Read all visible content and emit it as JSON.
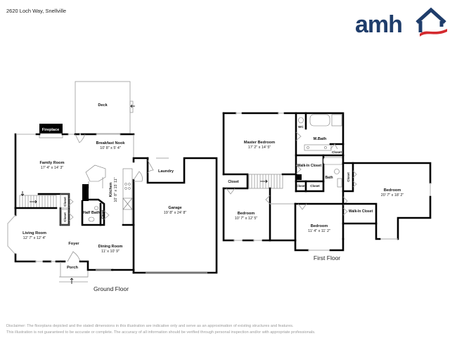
{
  "header": {
    "address": "2620 Loch Way, Snellville",
    "logo_text": "amh",
    "brand_colors": {
      "navy": "#1f3d6b",
      "red": "#d42a2f"
    }
  },
  "ground_floor": {
    "label": "Ground Floor",
    "rooms": {
      "deck": {
        "name": "Deck"
      },
      "fireplace": {
        "name": "Fireplace"
      },
      "breakfast_nook": {
        "name": "Breakfast Nook",
        "dims": "10' 8\" x 5' 4\""
      },
      "family_room": {
        "name": "Family Room",
        "dims": "17' 4\" x 14' 3\""
      },
      "laundry": {
        "name": "Laundry"
      },
      "kitchen": {
        "name": "Kitchen",
        "dims": "10' 8\" x 15' 11\""
      },
      "garage": {
        "name": "Garage",
        "dims": "19' 8\" x 24' 8\""
      },
      "half_bath": {
        "name": "Half Bath"
      },
      "closet_a": {
        "name": "Closet"
      },
      "closet_b": {
        "name": "Closet"
      },
      "closet_c": {
        "name": "Closet"
      },
      "living_room": {
        "name": "Living Room",
        "dims": "12' 7\" x 12' 4\""
      },
      "foyer": {
        "name": "Foyer"
      },
      "dining_room": {
        "name": "Dining Room",
        "dims": "11' x 10' 9\""
      },
      "porch": {
        "name": "Porch"
      }
    }
  },
  "first_floor": {
    "label": "First Floor",
    "rooms": {
      "master_bedroom": {
        "name": "Master Bedroom",
        "dims": "17' 2\" x 14' 5\""
      },
      "wc": {
        "name": "WC"
      },
      "mbath": {
        "name": "M.Bath"
      },
      "mbath_closet": {
        "name": "Closet"
      },
      "walkin_closet_1": {
        "name": "Walk-In Closet"
      },
      "bath": {
        "name": "Bath"
      },
      "closet_stair": {
        "name": "Closet"
      },
      "closet_hall_1": {
        "name": "Closet"
      },
      "closet_hall_2": {
        "name": "Closet"
      },
      "closet_vertical": {
        "name": "Closet"
      },
      "bedroom_left": {
        "name": "Bedroom",
        "dims": "10' 7\" x 12' 5\""
      },
      "bedroom_mid": {
        "name": "Bedroom",
        "dims": "11' 4\" x 11' 2\""
      },
      "bedroom_right": {
        "name": "Bedroom",
        "dims": "20' 7\" x 18' 2\""
      },
      "walkin_closet_2": {
        "name": "Walk-In Closet"
      }
    }
  },
  "footer": {
    "disclaimer_line1": "Disclaimer: The floorplans depicted and the stated dimensions in this illustration are indicative only and serve as an approximation of existing structures and features.",
    "disclaimer_line2": "This illustration is not guaranteed to be accurate or complete. The accuracy of all information should be verified through personal inspection and/or with appropriate professionals."
  }
}
